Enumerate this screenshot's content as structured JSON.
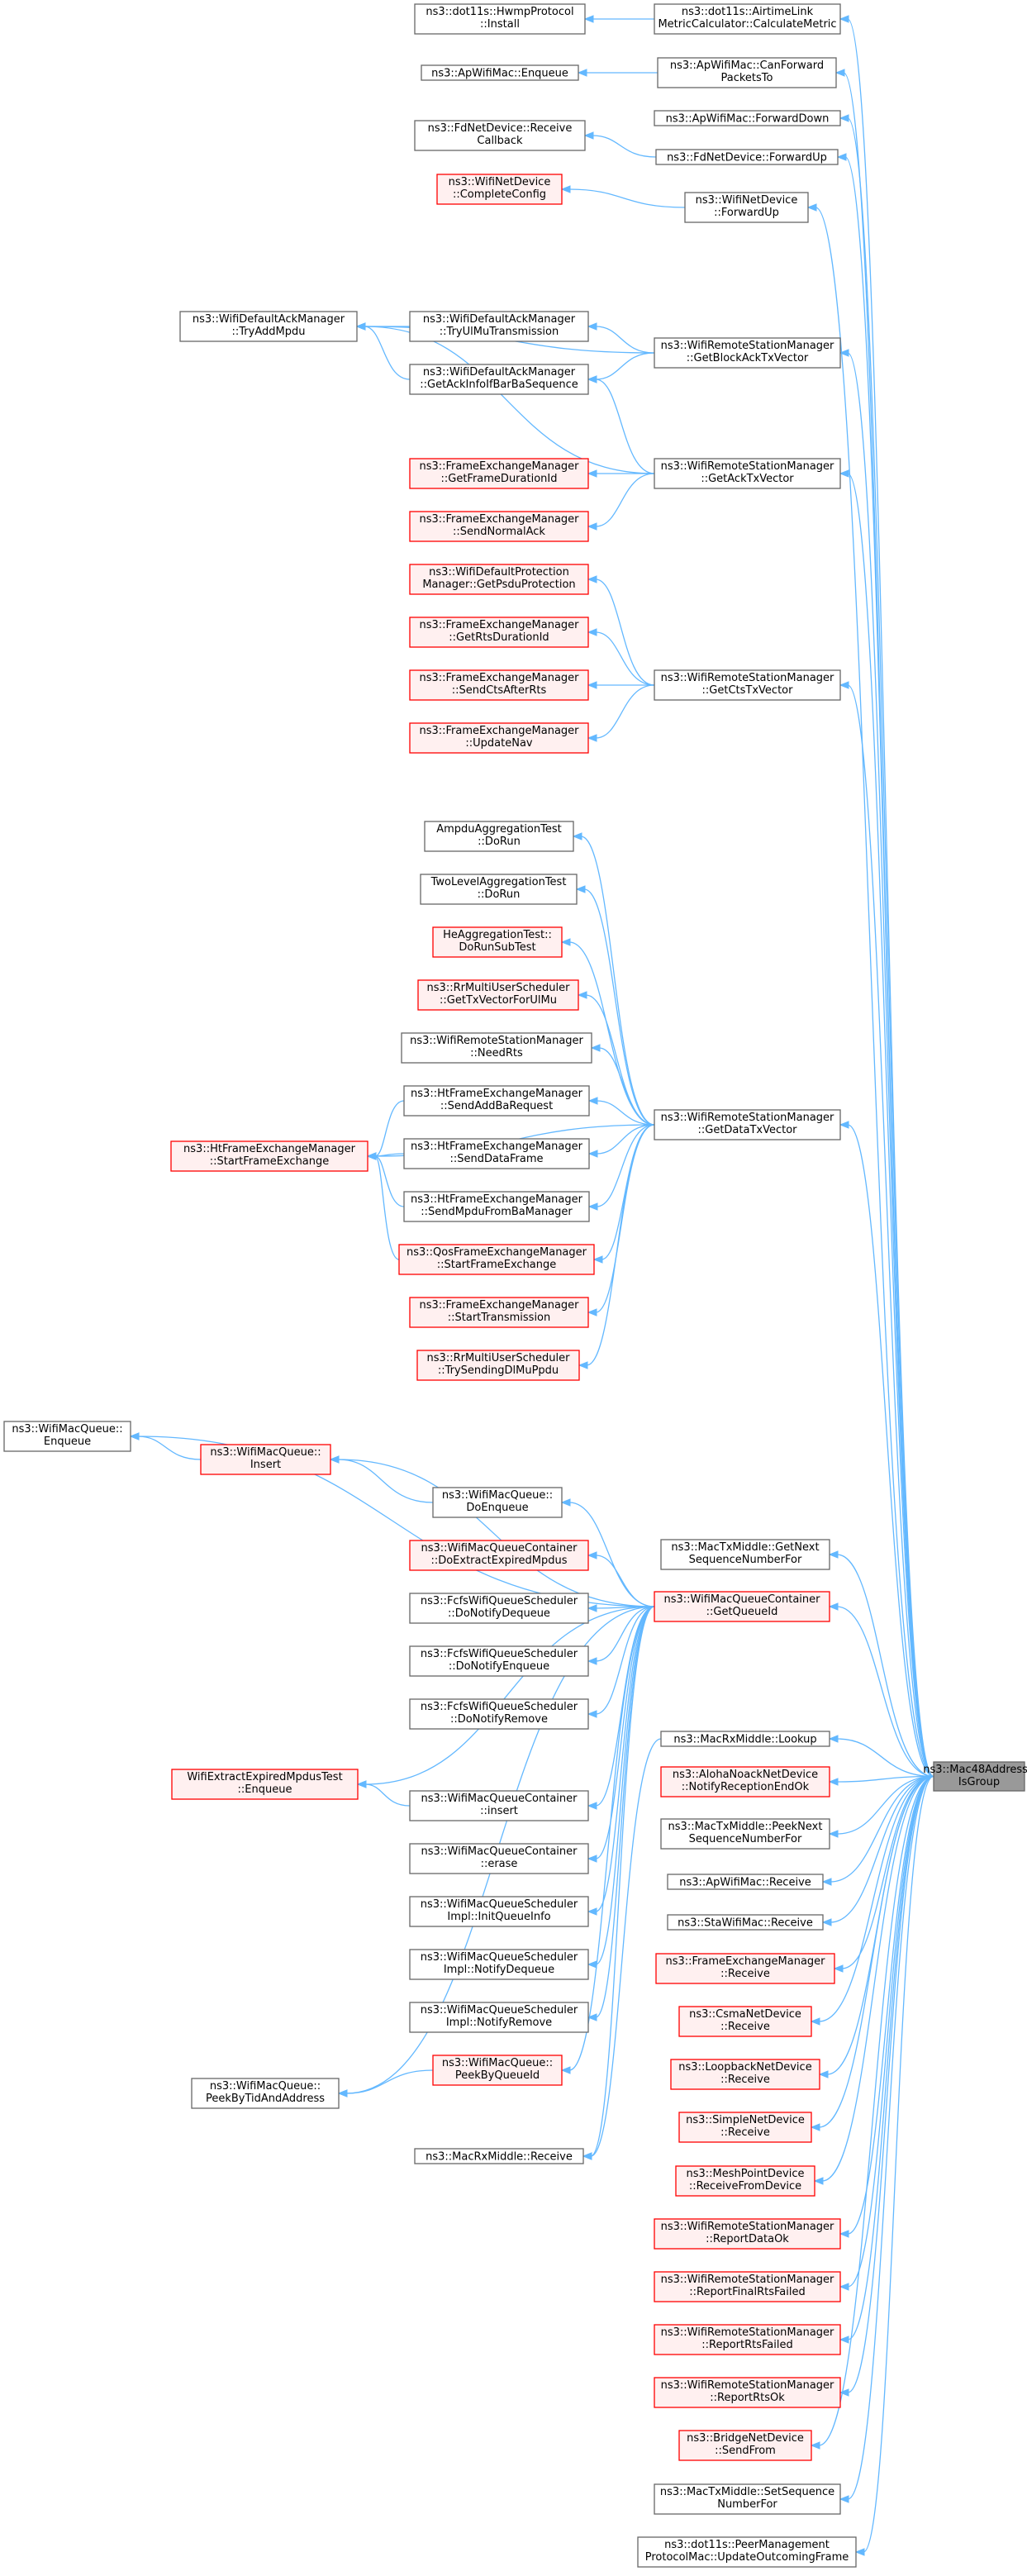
{
  "graph": {
    "title": "Caller graph for ns3::Mac48Address::IsGroup",
    "colors": {
      "edge": "#63b8ff",
      "normal_fill": "#ffffff",
      "normal_border": "#666666",
      "truncated_fill": "#fff0f0",
      "truncated_border": "#ff0000",
      "root_fill": "#999999",
      "root_border": "#666666"
    },
    "nodes": [
      {
        "id": "root",
        "lines": [
          "ns3::Mac48Address::",
          "IsGroup"
        ],
        "style": "root"
      },
      {
        "id": "airtime_calc",
        "lines": [
          "ns3::dot11s::AirtimeLink",
          "MetricCalculator::CalculateMetric"
        ],
        "style": "normal"
      },
      {
        "id": "hwmp_install",
        "lines": [
          "ns3::dot11s::HwmpProtocol",
          "::Install"
        ],
        "style": "normal"
      },
      {
        "id": "ap_canforward",
        "lines": [
          "ns3::ApWifiMac::CanForward",
          "PacketsTo"
        ],
        "style": "normal"
      },
      {
        "id": "ap_enqueue",
        "lines": [
          "ns3::ApWifiMac::Enqueue"
        ],
        "style": "normal"
      },
      {
        "id": "ap_forwarddown",
        "lines": [
          "ns3::ApWifiMac::ForwardDown"
        ],
        "style": "normal"
      },
      {
        "id": "fd_forwardup",
        "lines": [
          "ns3::FdNetDevice::ForwardUp"
        ],
        "style": "normal"
      },
      {
        "id": "fd_receivecb",
        "lines": [
          "ns3::FdNetDevice::Receive",
          "Callback"
        ],
        "style": "normal"
      },
      {
        "id": "wifi_forwardup",
        "lines": [
          "ns3::WifiNetDevice",
          "::ForwardUp"
        ],
        "style": "normal"
      },
      {
        "id": "wifi_completeconfig",
        "lines": [
          "ns3::WifiNetDevice",
          "::CompleteConfig"
        ],
        "style": "truncated"
      },
      {
        "id": "rsm_getblockack",
        "lines": [
          "ns3::WifiRemoteStationManager",
          "::GetBlockAckTxVector"
        ],
        "style": "normal"
      },
      {
        "id": "dam_tryaddmpdu",
        "lines": [
          "ns3::WifiDefaultAckManager",
          "::TryAddMpdu"
        ],
        "style": "normal"
      },
      {
        "id": "dam_tryulmu",
        "lines": [
          "ns3::WifiDefaultAckManager",
          "::TryUlMuTransmission"
        ],
        "style": "normal"
      },
      {
        "id": "dam_getackinfo",
        "lines": [
          "ns3::WifiDefaultAckManager",
          "::GetAckInfoIfBarBaSequence"
        ],
        "style": "normal"
      },
      {
        "id": "rsm_getack",
        "lines": [
          "ns3::WifiRemoteStationManager",
          "::GetAckTxVector"
        ],
        "style": "normal"
      },
      {
        "id": "fem_getframedur",
        "lines": [
          "ns3::FrameExchangeManager",
          "::GetFrameDurationId"
        ],
        "style": "truncated"
      },
      {
        "id": "fem_sendnormalack",
        "lines": [
          "ns3::FrameExchangeManager",
          "::SendNormalAck"
        ],
        "style": "truncated"
      },
      {
        "id": "rsm_getcts",
        "lines": [
          "ns3::WifiRemoteStationManager",
          "::GetCtsTxVector"
        ],
        "style": "normal"
      },
      {
        "id": "dpm_getpsdu",
        "lines": [
          "ns3::WifiDefaultProtection",
          "Manager::GetPsduProtection"
        ],
        "style": "truncated"
      },
      {
        "id": "fem_getrtsdur",
        "lines": [
          "ns3::FrameExchangeManager",
          "::GetRtsDurationId"
        ],
        "style": "truncated"
      },
      {
        "id": "fem_sendcts",
        "lines": [
          "ns3::FrameExchangeManager",
          "::SendCtsAfterRts"
        ],
        "style": "truncated"
      },
      {
        "id": "fem_updatenav",
        "lines": [
          "ns3::FrameExchangeManager",
          "::UpdateNav"
        ],
        "style": "truncated"
      },
      {
        "id": "rsm_getdata",
        "lines": [
          "ns3::WifiRemoteStationManager",
          "::GetDataTxVector"
        ],
        "style": "normal"
      },
      {
        "id": "ampdu_dorun",
        "lines": [
          "AmpduAggregationTest",
          "::DoRun"
        ],
        "style": "normal"
      },
      {
        "id": "twolevel_dorun",
        "lines": [
          "TwoLevelAggregationTest",
          "::DoRun"
        ],
        "style": "normal"
      },
      {
        "id": "heagg_dorunsub",
        "lines": [
          "HeAggregationTest::",
          "DoRunSubTest"
        ],
        "style": "truncated"
      },
      {
        "id": "rrmu_gettxvector",
        "lines": [
          "ns3::RrMultiUserScheduler",
          "::GetTxVectorForUlMu"
        ],
        "style": "truncated"
      },
      {
        "id": "rsm_needrts",
        "lines": [
          "ns3::WifiRemoteStationManager",
          "::NeedRts"
        ],
        "style": "normal"
      },
      {
        "id": "htfem_sendaddba",
        "lines": [
          "ns3::HtFrameExchangeManager",
          "::SendAddBaRequest"
        ],
        "style": "normal"
      },
      {
        "id": "htfem_startfe",
        "lines": [
          "ns3::HtFrameExchangeManager",
          "::StartFrameExchange"
        ],
        "style": "truncated"
      },
      {
        "id": "htfem_senddata",
        "lines": [
          "ns3::HtFrameExchangeManager",
          "::SendDataFrame"
        ],
        "style": "normal"
      },
      {
        "id": "htfem_sendmpdu",
        "lines": [
          "ns3::HtFrameExchangeManager",
          "::SendMpduFromBaManager"
        ],
        "style": "normal"
      },
      {
        "id": "qosfem_startfe",
        "lines": [
          "ns3::QosFrameExchangeManager",
          "::StartFrameExchange"
        ],
        "style": "truncated"
      },
      {
        "id": "fem_starttx",
        "lines": [
          "ns3::FrameExchangeManager",
          "::StartTransmission"
        ],
        "style": "truncated"
      },
      {
        "id": "rrmu_trysending",
        "lines": [
          "ns3::RrMultiUserScheduler",
          "::TrySendingDlMuPpdu"
        ],
        "style": "truncated"
      },
      {
        "id": "wmq_enqueue",
        "lines": [
          "ns3::WifiMacQueue::",
          "Enqueue"
        ],
        "style": "normal"
      },
      {
        "id": "wmq_insert",
        "lines": [
          "ns3::WifiMacQueue::",
          "Insert"
        ],
        "style": "truncated"
      },
      {
        "id": "wmq_doenqueue",
        "lines": [
          "ns3::WifiMacQueue::",
          "DoEnqueue"
        ],
        "style": "normal"
      },
      {
        "id": "wmqc_doextract",
        "lines": [
          "ns3::WifiMacQueueContainer",
          "::DoExtractExpiredMpdus"
        ],
        "style": "truncated"
      },
      {
        "id": "wmqc_getqueueid",
        "lines": [
          "ns3::WifiMacQueueContainer",
          "::GetQueueId"
        ],
        "style": "truncated"
      },
      {
        "id": "mactx_getnext",
        "lines": [
          "ns3::MacTxMiddle::GetNext",
          "SequenceNumberFor"
        ],
        "style": "normal"
      },
      {
        "id": "fcfs_dondeq",
        "lines": [
          "ns3::FcfsWifiQueueScheduler",
          "::DoNotifyDequeue"
        ],
        "style": "normal"
      },
      {
        "id": "fcfs_donenq",
        "lines": [
          "ns3::FcfsWifiQueueScheduler",
          "::DoNotifyEnqueue"
        ],
        "style": "normal"
      },
      {
        "id": "fcfs_donrem",
        "lines": [
          "ns3::FcfsWifiQueueScheduler",
          "::DoNotifyRemove"
        ],
        "style": "normal"
      },
      {
        "id": "macrx_lookup",
        "lines": [
          "ns3::MacRxMiddle::Lookup"
        ],
        "style": "normal"
      },
      {
        "id": "aloha_notify",
        "lines": [
          "ns3::AlohaNoackNetDevice",
          "::NotifyReceptionEndOk"
        ],
        "style": "truncated"
      },
      {
        "id": "wifiexp_enqueue",
        "lines": [
          "WifiExtractExpiredMpdusTest",
          "::Enqueue"
        ],
        "style": "truncated"
      },
      {
        "id": "wmqc_insert",
        "lines": [
          "ns3::WifiMacQueueContainer",
          "::insert"
        ],
        "style": "normal"
      },
      {
        "id": "mactx_peeknext",
        "lines": [
          "ns3::MacTxMiddle::PeekNext",
          "SequenceNumberFor"
        ],
        "style": "normal"
      },
      {
        "id": "wmqc_erase",
        "lines": [
          "ns3::WifiMacQueueContainer",
          "::erase"
        ],
        "style": "normal"
      },
      {
        "id": "ap_receive",
        "lines": [
          "ns3::ApWifiMac::Receive"
        ],
        "style": "normal"
      },
      {
        "id": "wqs_initqueue",
        "lines": [
          "ns3::WifiMacQueueScheduler",
          "Impl::InitQueueInfo"
        ],
        "style": "normal"
      },
      {
        "id": "sta_receive",
        "lines": [
          "ns3::StaWifiMac::Receive"
        ],
        "style": "normal"
      },
      {
        "id": "wqs_notifydeq",
        "lines": [
          "ns3::WifiMacQueueScheduler",
          "Impl::NotifyDequeue"
        ],
        "style": "normal"
      },
      {
        "id": "fem_receive",
        "lines": [
          "ns3::FrameExchangeManager",
          "::Receive"
        ],
        "style": "truncated"
      },
      {
        "id": "wqs_notifyrem",
        "lines": [
          "ns3::WifiMacQueueScheduler",
          "Impl::NotifyRemove"
        ],
        "style": "normal"
      },
      {
        "id": "csma_receive",
        "lines": [
          "ns3::CsmaNetDevice",
          "::Receive"
        ],
        "style": "truncated"
      },
      {
        "id": "wmq_peekbyqueueid",
        "lines": [
          "ns3::WifiMacQueue::",
          "PeekByQueueId"
        ],
        "style": "truncated"
      },
      {
        "id": "wmq_peekbytid",
        "lines": [
          "ns3::WifiMacQueue::",
          "PeekByTidAndAddress"
        ],
        "style": "normal"
      },
      {
        "id": "loopback_receive",
        "lines": [
          "ns3::LoopbackNetDevice",
          "::Receive"
        ],
        "style": "truncated"
      },
      {
        "id": "macrx_receive",
        "lines": [
          "ns3::MacRxMiddle::Receive"
        ],
        "style": "normal"
      },
      {
        "id": "simple_receive",
        "lines": [
          "ns3::SimpleNetDevice",
          "::Receive"
        ],
        "style": "truncated"
      },
      {
        "id": "mesh_receivefrom",
        "lines": [
          "ns3::MeshPointDevice",
          "::ReceiveFromDevice"
        ],
        "style": "truncated"
      },
      {
        "id": "rsm_reportdataok",
        "lines": [
          "ns3::WifiRemoteStationManager",
          "::ReportDataOk"
        ],
        "style": "truncated"
      },
      {
        "id": "rsm_reportfinalrts",
        "lines": [
          "ns3::WifiRemoteStationManager",
          "::ReportFinalRtsFailed"
        ],
        "style": "truncated"
      },
      {
        "id": "rsm_reportrtsfailed",
        "lines": [
          "ns3::WifiRemoteStationManager",
          "::ReportRtsFailed"
        ],
        "style": "truncated"
      },
      {
        "id": "rsm_reportrtsok",
        "lines": [
          "ns3::WifiRemoteStationManager",
          "::ReportRtsOk"
        ],
        "style": "truncated"
      },
      {
        "id": "bridge_sendfrom",
        "lines": [
          "ns3::BridgeNetDevice",
          "::SendFrom"
        ],
        "style": "truncated"
      },
      {
        "id": "mactx_setseq",
        "lines": [
          "ns3::MacTxMiddle::SetSequence",
          "NumberFor"
        ],
        "style": "normal"
      },
      {
        "id": "peermgmt_update",
        "lines": [
          "ns3::dot11s::PeerManagement",
          "ProtocolMac::UpdateOutcomingFrame"
        ],
        "style": "normal"
      }
    ],
    "edges": [
      [
        "airtime_calc",
        "root"
      ],
      [
        "hwmp_install",
        "airtime_calc"
      ],
      [
        "ap_canforward",
        "root"
      ],
      [
        "ap_enqueue",
        "ap_canforward"
      ],
      [
        "ap_forwarddown",
        "root"
      ],
      [
        "fd_forwardup",
        "root"
      ],
      [
        "fd_receivecb",
        "fd_forwardup"
      ],
      [
        "wifi_forwardup",
        "root"
      ],
      [
        "wifi_completeconfig",
        "wifi_forwardup"
      ],
      [
        "rsm_getblockack",
        "root"
      ],
      [
        "dam_tryaddmpdu",
        "rsm_getblockack"
      ],
      [
        "dam_tryaddmpdu",
        "dam_tryulmu"
      ],
      [
        "dam_tryaddmpdu",
        "dam_getackinfo"
      ],
      [
        "dam_tryaddmpdu",
        "rsm_getack"
      ],
      [
        "dam_tryulmu",
        "rsm_getblockack"
      ],
      [
        "dam_getackinfo",
        "rsm_getblockack"
      ],
      [
        "dam_getackinfo",
        "rsm_getack"
      ],
      [
        "rsm_getack",
        "root"
      ],
      [
        "fem_getframedur",
        "rsm_getack"
      ],
      [
        "fem_sendnormalack",
        "rsm_getack"
      ],
      [
        "rsm_getcts",
        "root"
      ],
      [
        "dpm_getpsdu",
        "rsm_getcts"
      ],
      [
        "fem_getrtsdur",
        "rsm_getcts"
      ],
      [
        "fem_sendcts",
        "rsm_getcts"
      ],
      [
        "fem_updatenav",
        "rsm_getcts"
      ],
      [
        "rsm_getdata",
        "root"
      ],
      [
        "ampdu_dorun",
        "rsm_getdata"
      ],
      [
        "twolevel_dorun",
        "rsm_getdata"
      ],
      [
        "heagg_dorunsub",
        "rsm_getdata"
      ],
      [
        "rrmu_gettxvector",
        "rsm_getdata"
      ],
      [
        "rsm_needrts",
        "rsm_getdata"
      ],
      [
        "htfem_sendaddba",
        "rsm_getdata"
      ],
      [
        "htfem_senddata",
        "rsm_getdata"
      ],
      [
        "htfem_sendmpdu",
        "rsm_getdata"
      ],
      [
        "qosfem_startfe",
        "rsm_getdata"
      ],
      [
        "fem_starttx",
        "rsm_getdata"
      ],
      [
        "rrmu_trysending",
        "rsm_getdata"
      ],
      [
        "htfem_startfe",
        "rsm_getdata"
      ],
      [
        "htfem_startfe",
        "htfem_sendaddba"
      ],
      [
        "htfem_startfe",
        "htfem_senddata"
      ],
      [
        "htfem_startfe",
        "htfem_sendmpdu"
      ],
      [
        "htfem_startfe",
        "qosfem_startfe"
      ],
      [
        "wmqc_getqueueid",
        "root"
      ],
      [
        "wmq_enqueue",
        "wmq_insert"
      ],
      [
        "wmq_enqueue",
        "wmqc_getqueueid"
      ],
      [
        "wmq_insert",
        "wmq_doenqueue"
      ],
      [
        "wmq_insert",
        "wmqc_getqueueid"
      ],
      [
        "wmq_doenqueue",
        "wmqc_getqueueid"
      ],
      [
        "wmqc_doextract",
        "wmqc_getqueueid"
      ],
      [
        "fcfs_dondeq",
        "wmqc_getqueueid"
      ],
      [
        "fcfs_donenq",
        "wmqc_getqueueid"
      ],
      [
        "fcfs_donrem",
        "wmqc_getqueueid"
      ],
      [
        "wifiexp_enqueue",
        "wmqc_getqueueid"
      ],
      [
        "wifiexp_enqueue",
        "wmqc_insert"
      ],
      [
        "wmqc_insert",
        "wmqc_getqueueid"
      ],
      [
        "wmqc_erase",
        "wmqc_getqueueid"
      ],
      [
        "wqs_initqueue",
        "wmqc_getqueueid"
      ],
      [
        "wqs_notifydeq",
        "wmqc_getqueueid"
      ],
      [
        "wqs_notifyrem",
        "wmqc_getqueueid"
      ],
      [
        "wmq_peekbyqueueid",
        "wmqc_getqueueid"
      ],
      [
        "wmq_peekbytid",
        "wmq_peekbyqueueid"
      ],
      [
        "wmq_peekbytid",
        "wmqc_getqueueid"
      ],
      [
        "macrx_receive",
        "wmqc_getqueueid"
      ],
      [
        "mactx_getnext",
        "root"
      ],
      [
        "macrx_lookup",
        "root"
      ],
      [
        "macrx_receive",
        "macrx_lookup"
      ],
      [
        "aloha_notify",
        "root"
      ],
      [
        "mactx_peeknext",
        "root"
      ],
      [
        "ap_receive",
        "root"
      ],
      [
        "sta_receive",
        "root"
      ],
      [
        "fem_receive",
        "root"
      ],
      [
        "csma_receive",
        "root"
      ],
      [
        "loopback_receive",
        "root"
      ],
      [
        "simple_receive",
        "root"
      ],
      [
        "mesh_receivefrom",
        "root"
      ],
      [
        "rsm_reportdataok",
        "root"
      ],
      [
        "rsm_reportfinalrts",
        "root"
      ],
      [
        "rsm_reportrtsfailed",
        "root"
      ],
      [
        "rsm_reportrtsok",
        "root"
      ],
      [
        "bridge_sendfrom",
        "root"
      ],
      [
        "mactx_setseq",
        "root"
      ],
      [
        "peermgmt_update",
        "root"
      ]
    ]
  }
}
